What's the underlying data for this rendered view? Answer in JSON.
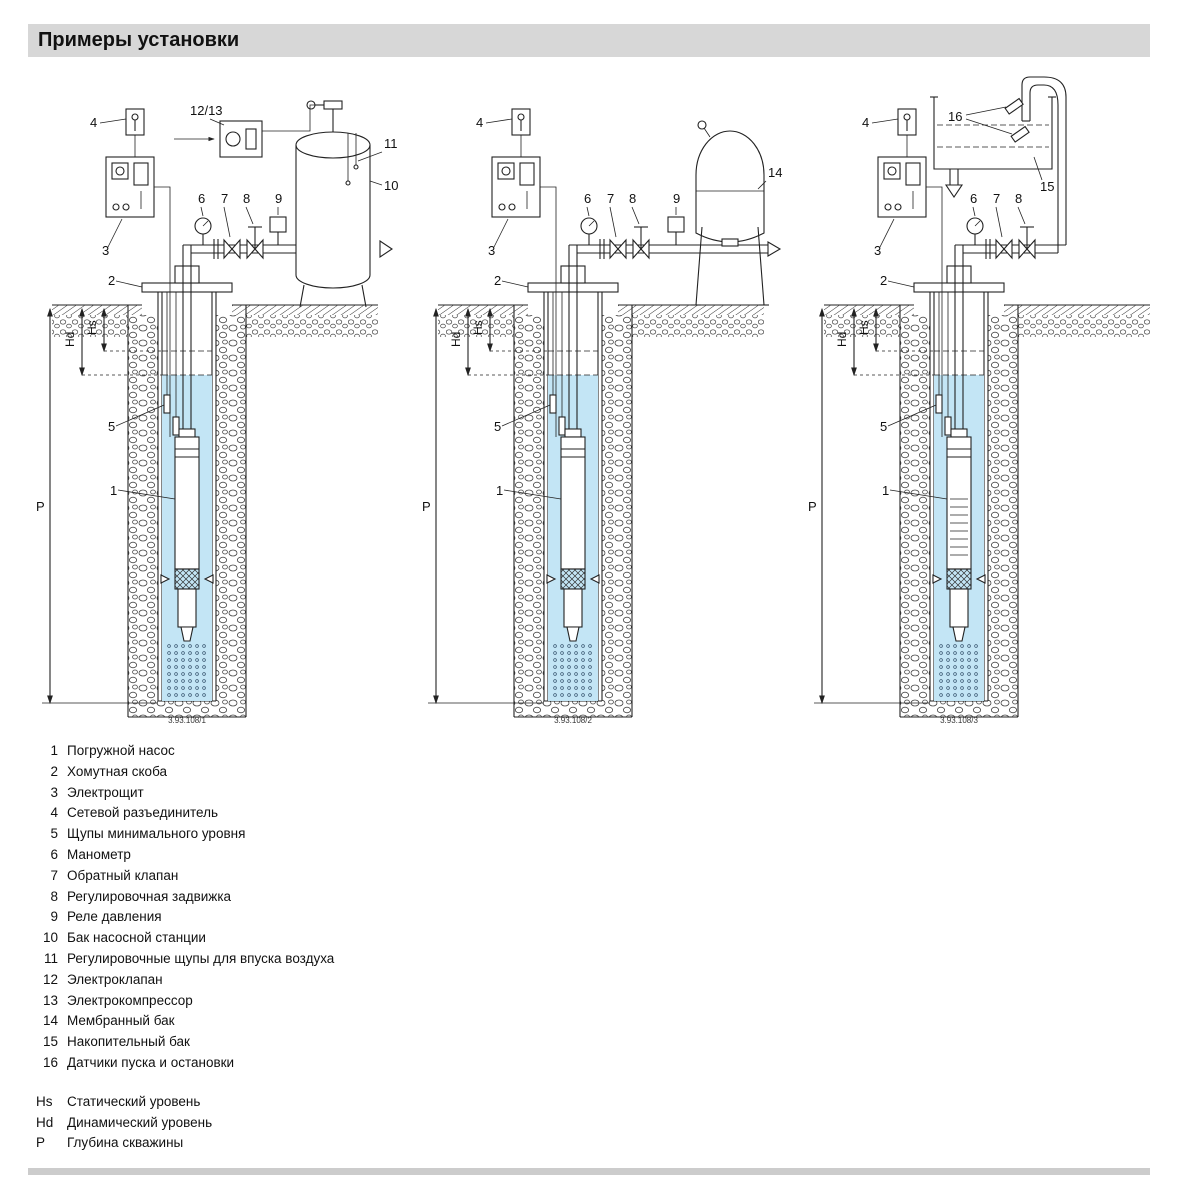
{
  "page": {
    "title": "Примеры установки"
  },
  "shared": {
    "n1": "1",
    "n2": "2",
    "n3": "3",
    "n4": "4",
    "n5": "5",
    "hs": "Hs",
    "hd": "Hd",
    "p": "P"
  },
  "diagrams": [
    {
      "caption": "3.93.108/1",
      "n6": "6",
      "n7": "7",
      "n8": "8",
      "n9": "9",
      "n10": "10",
      "n11": "11",
      "n1213": "12/13"
    },
    {
      "caption": "3.93.108/2",
      "n6": "6",
      "n7": "7",
      "n8": "8",
      "n9": "9",
      "n14": "14"
    },
    {
      "caption": "3.93.108/3",
      "n6": "6",
      "n7": "7",
      "n8": "8",
      "n15": "15",
      "n16": "16"
    }
  ],
  "legend": {
    "items": [
      {
        "num": "1",
        "label": "Погружной насос"
      },
      {
        "num": "2",
        "label": "Хомутная скоба"
      },
      {
        "num": "3",
        "label": "Электрощит"
      },
      {
        "num": "4",
        "label": "Сетевой разъединитель"
      },
      {
        "num": "5",
        "label": "Щупы минимального уровня"
      },
      {
        "num": "6",
        "label": "Манометр"
      },
      {
        "num": "7",
        "label": "Обратный клапан"
      },
      {
        "num": "8",
        "label": "Регулировочная задвижка"
      },
      {
        "num": "9",
        "label": "Реле давления"
      },
      {
        "num": "10",
        "label": "Бак насосной станции"
      },
      {
        "num": "11",
        "label": "Регулировочные щупы для впуска воздуха"
      },
      {
        "num": "12",
        "label": "Электроклапан"
      },
      {
        "num": "13",
        "label": "Электрокомпрессор"
      },
      {
        "num": "14",
        "label": "Мембранный бак"
      },
      {
        "num": "15",
        "label": "Накопительный бак"
      },
      {
        "num": "16",
        "label": "Датчики пуска и остановки"
      }
    ],
    "levels": [
      {
        "key": "Hs",
        "label": "Статический уровень"
      },
      {
        "key": "Hd",
        "label": "Динамический уровень"
      },
      {
        "key": "P",
        "label": "Глубина скважины"
      }
    ]
  }
}
